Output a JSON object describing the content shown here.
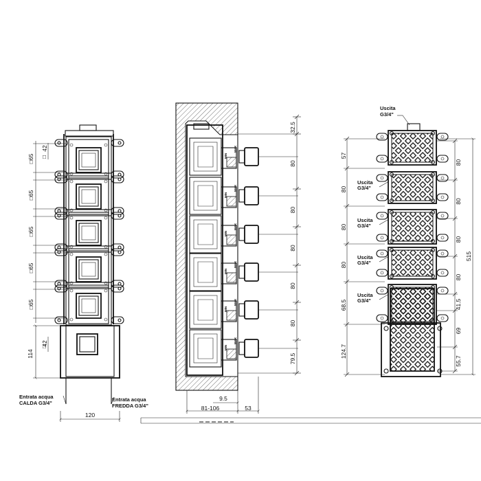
{
  "front_view": {
    "module_dims": [
      "65",
      "65",
      "65",
      "65",
      "65"
    ],
    "module_dim_prefix": "□",
    "small_dim_top": "42",
    "small_dim_bottom": "42",
    "bottom_height": "114",
    "width": "120",
    "inlet_hot": {
      "line1": "Entrata acqua",
      "line2": "CALDA G3/4\""
    },
    "inlet_cold": {
      "line1": "Entrata acqua",
      "line2": "FREDDA G3/4\""
    }
  },
  "side_view": {
    "vertical_dims": [
      "32.5",
      "80",
      "80",
      "80",
      "80",
      "80",
      "79.5"
    ],
    "valve_min_label": "MIN",
    "valve_max_label": "MAX",
    "dim_9_5": "9.5",
    "dim_depth": "81-106",
    "dim_53": "53"
  },
  "rear_view": {
    "outlet_top": {
      "line1": "Uscita",
      "line2": "G3/4\""
    },
    "outlets": [
      {
        "line1": "Uscita",
        "line2": "G3/4\""
      },
      {
        "line1": "Uscita",
        "line2": "G3/4\""
      },
      {
        "line1": "Uscita",
        "line2": "G3/4\""
      },
      {
        "line1": "Uscita",
        "line2": "G3/4\""
      }
    ],
    "left_dims": [
      "57",
      "80",
      "80",
      "80",
      "68.5",
      "124.7"
    ],
    "right_dims": [
      "80",
      "80",
      "80",
      "80",
      "41.5",
      "69",
      "55.7"
    ],
    "total": "515"
  }
}
